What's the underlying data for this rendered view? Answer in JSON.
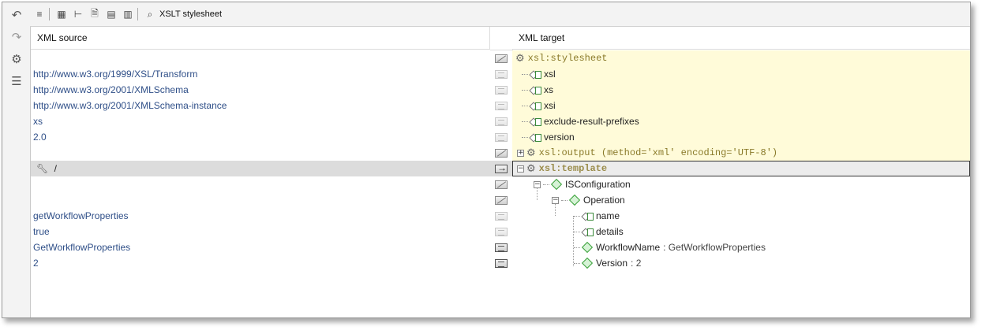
{
  "toolbar": {
    "title": "XSLT stylesheet"
  },
  "headers": {
    "source": "XML source",
    "target": "XML target"
  },
  "source_rows": [
    "",
    "http://www.w3.org/1999/XSL/Transform",
    "http://www.w3.org/2001/XMLSchema",
    "http://www.w3.org/2001/XMLSchema-instance",
    "xs",
    "2.0",
    "",
    "/",
    "",
    "",
    "getWorkflowProperties",
    "true",
    "GetWorkflowProperties",
    "2"
  ],
  "target": {
    "stylesheet": "xsl:stylesheet",
    "xsl": "xsl",
    "xs": "xs",
    "xsi": "xsi",
    "exclude": "exclude-result-prefixes",
    "version": "version",
    "output": "xsl:output (method='xml' encoding='UTF-8')",
    "template": "xsl:template",
    "isconfig": "ISConfiguration",
    "operation": "Operation",
    "name": "name",
    "details": "details",
    "workflow_label": "WorkflowName",
    "workflow_value": ": GetWorkflowProperties",
    "version_label": "Version",
    "version_value": ": 2"
  }
}
